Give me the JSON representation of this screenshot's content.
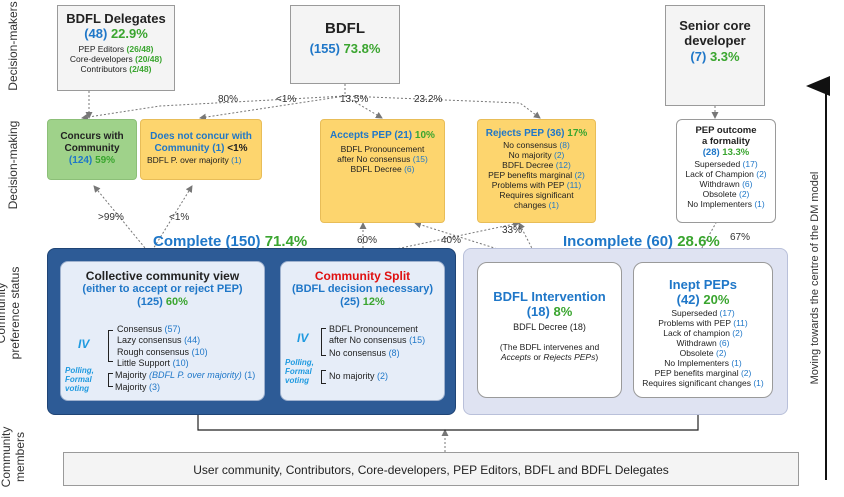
{
  "row_labels": {
    "decision_makers": "Decision-makers",
    "decision_making": "Decision-making",
    "pref_status_1": "Community",
    "pref_status_2": "preference status",
    "members_1": "Community",
    "members_2": "members"
  },
  "side_label": "Moving towards the centre of the DM model",
  "delegates": {
    "title": "BDFL Delegates",
    "count": "(48)",
    "pct": "22.9%",
    "rows": [
      {
        "label": "PEP Editors",
        "value": "(26/48)"
      },
      {
        "label": "Core-developers",
        "value": "(20/48)"
      },
      {
        "label": "Contributors",
        "value": "(2/48)"
      }
    ]
  },
  "bdfl": {
    "title": "BDFL",
    "count": "(155)",
    "pct": "73.8%"
  },
  "senior": {
    "title_1": "Senior core",
    "title_2": "developer",
    "count": "(7)",
    "pct": "3.3%"
  },
  "edge_labels": {
    "e80": "80%",
    "e1": "<1%",
    "e135": "13.5%",
    "e232": "23.2%",
    "e99": ">99%",
    "e1b": "<1%",
    "e60": "60%",
    "e40": "40%",
    "e33": "33%",
    "e67": "67%"
  },
  "concurs": {
    "title_1": "Concurs with",
    "title_2": "Community",
    "count": "(124)",
    "pct": "59%"
  },
  "not_concur": {
    "title_1": "Does not concur with",
    "title_2a": "Community",
    "title_2b": "(1)",
    "title_2c": "<1%",
    "sub_label": "BDFL P. over majority",
    "sub_value": "(1)"
  },
  "accepts": {
    "title": "Accepts PEP",
    "count": "(21)",
    "pct": "10%",
    "l1": "BDFL Pronouncement",
    "l2": "after No consensus",
    "l2v": "(15)",
    "l3": "BDFL Decree",
    "l3v": "(6)"
  },
  "rejects": {
    "title": "Rejects PEP",
    "count": "(36)",
    "pct": "17%",
    "rows": [
      {
        "label": "No consensus",
        "value": "(8)"
      },
      {
        "label": "No majority",
        "value": "(2)"
      },
      {
        "label": "BDFL Decree",
        "value": "(12)"
      },
      {
        "label": "PEP benefits marginal",
        "value": "(2)"
      },
      {
        "label": "Problems with PEP",
        "value": "(11)"
      }
    ],
    "last_1": "Requires significant",
    "last_2": "changes",
    "last_v": "(1)"
  },
  "formality": {
    "title_1": "PEP outcome",
    "title_2": "a formality",
    "count": "(28)",
    "pct": "13.3%",
    "rows": [
      {
        "label": "Superseded",
        "value": "(17)"
      },
      {
        "label": "Lack of Champion",
        "value": "(2)"
      },
      {
        "label": "Withdrawn",
        "value": "(6)"
      },
      {
        "label": "Obsolete",
        "value": "(2)"
      },
      {
        "label": "No Implementers",
        "value": "(1)"
      }
    ]
  },
  "complete": {
    "label": "Complete",
    "count": "(150)",
    "pct": "71.4%"
  },
  "incomplete": {
    "label": "Incomplete",
    "count": "(60)",
    "pct": "28.6%"
  },
  "collective": {
    "title": "Collective community view",
    "sub": "(either to accept or reject PEP)",
    "count": "(125)",
    "pct": "60%",
    "iv": "IV",
    "poll": "Polling,",
    "formal": "Formal",
    "voting": "voting",
    "rows": [
      {
        "label": "Consensus",
        "value": "(57)"
      },
      {
        "label": "Lazy consensus",
        "value": "(44)"
      },
      {
        "label": "Rough consensus",
        "value": "(10)"
      },
      {
        "label": "Little Support",
        "value": "(10)"
      }
    ],
    "majority_over_label": "Majority",
    "majority_over_note": "(BDFL P. over majority)",
    "majority_over_value": "(1)",
    "majority_label": "Majority",
    "majority_value": "(3)"
  },
  "split": {
    "title": "Community Split",
    "sub": "(BDFL decision necessary)",
    "count": "(25)",
    "pct": "12%",
    "iv": "IV",
    "poll": "Polling,",
    "formal": "Formal",
    "voting": "voting",
    "l1": "BDFL Pronouncement",
    "l2": "after No consensus",
    "l2v": "(15)",
    "l3": "No consensus",
    "l3v": "(8)",
    "l4": "No majority",
    "l4v": "(2)"
  },
  "intervention": {
    "title": "BDFL Intervention",
    "count": "(18)",
    "pct": "8%",
    "decree": "BDFL Decree (18)",
    "note_1": "(The BDFL intervenes and",
    "note_2a": "Accepts",
    "note_2b": "or",
    "note_2c": "Rejects PEPs",
    "note_2d": ")"
  },
  "inept": {
    "title": "Inept PEPs",
    "count": "(42)",
    "pct": "20%",
    "rows": [
      {
        "label": "Superseded",
        "value": "(17)"
      },
      {
        "label": "Problems with PEP",
        "value": "(11)"
      },
      {
        "label": "Lack of champion",
        "value": "(2)"
      },
      {
        "label": "Withdrawn",
        "value": "(6)"
      },
      {
        "label": "Obsolete",
        "value": "(2)"
      },
      {
        "label": "No Implementers",
        "value": "(1)"
      },
      {
        "label": "PEP benefits marginal",
        "value": "(2)"
      },
      {
        "label": "Requires significant changes",
        "value": "(1)"
      }
    ]
  },
  "members_box": "User community, Contributors, Core-developers, PEP Editors, BDFL and BDFL Delegates"
}
